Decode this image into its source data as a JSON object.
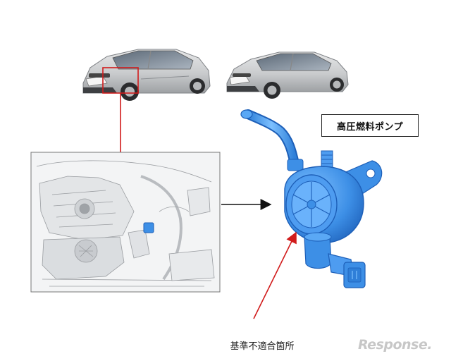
{
  "figure": {
    "pump_label": "高圧燃料ポンプ",
    "defect_label": "基準不適合箇所",
    "watermark": "Response."
  },
  "colors": {
    "pump_blue": "#3d8fe6",
    "pump_dark": "#1d5fb8",
    "callout_red": "#d11b1b",
    "car_silver": "#cfd1d3"
  },
  "icons": [
    "car-crossover-image",
    "car-hatchback-image",
    "engine-bay-image",
    "fuel-pump-image"
  ]
}
